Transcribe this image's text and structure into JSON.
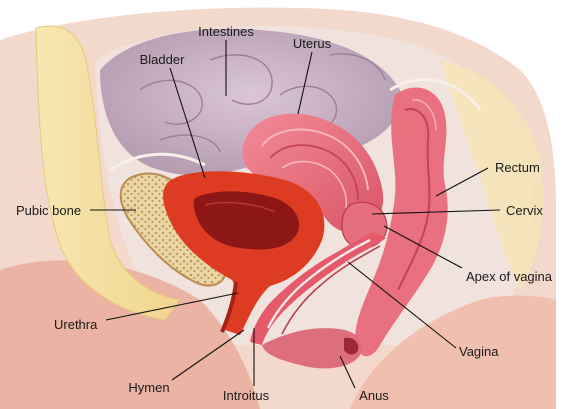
{
  "labels": {
    "intestines": "Intestines",
    "uterus": "Uterus",
    "bladder": "Bladder",
    "rectum": "Rectum",
    "pubic_bone": "Pubic bone",
    "cervix": "Cervix",
    "apex_of_vagina": "Apex of vagina",
    "urethra": "Urethra",
    "vagina": "Vagina",
    "hymen": "Hymen",
    "introitus": "Introitus",
    "anus": "Anus"
  },
  "colors": {
    "skin": "#f2c7b8",
    "skin_shadow": "#e6aa99",
    "fat_layer": "#f4df9f",
    "intestines": "#c9b2c4",
    "bladder_wall": "#d9391f",
    "bladder_inner": "#8f1818",
    "uterus_outer": "#e87a85",
    "uterus_inner": "#c9374a",
    "bone": "#e9d7a6",
    "bone_dots": "#c4a066",
    "membrane": "#f6ece6"
  }
}
